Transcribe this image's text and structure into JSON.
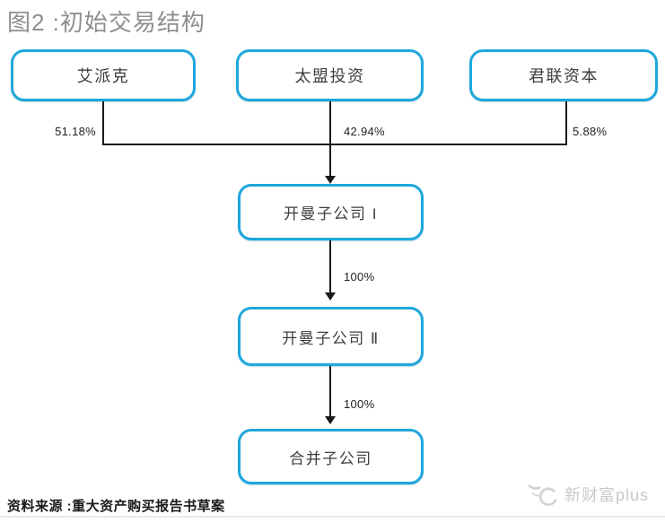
{
  "title": "图2 :初始交易结构",
  "diagram": {
    "shareholders": [
      {
        "label": "艾派克",
        "ownership": "51.18%"
      },
      {
        "label": "太盟投资",
        "ownership": "42.94%"
      },
      {
        "label": "君联资本",
        "ownership": "5.88%"
      }
    ],
    "subsidiaries": [
      {
        "label": "开曼子公司 I"
      },
      {
        "label": "开曼子公司 Ⅱ"
      },
      {
        "label": "合并子公司"
      }
    ],
    "arrow_labels": [
      "100%",
      "100%"
    ]
  },
  "footer": {
    "source": "资料来源 :重大资产购买报告书草案",
    "watermark_text": "新财富plus"
  },
  "colors": {
    "box_border": "#1ea7dc",
    "title_gray": "#8f8f8f",
    "connector_black": "#1a1a1a",
    "watermark_gray": "#c9c9c9"
  },
  "icons": {
    "watermark_logo": "bird-swirl-icon"
  }
}
